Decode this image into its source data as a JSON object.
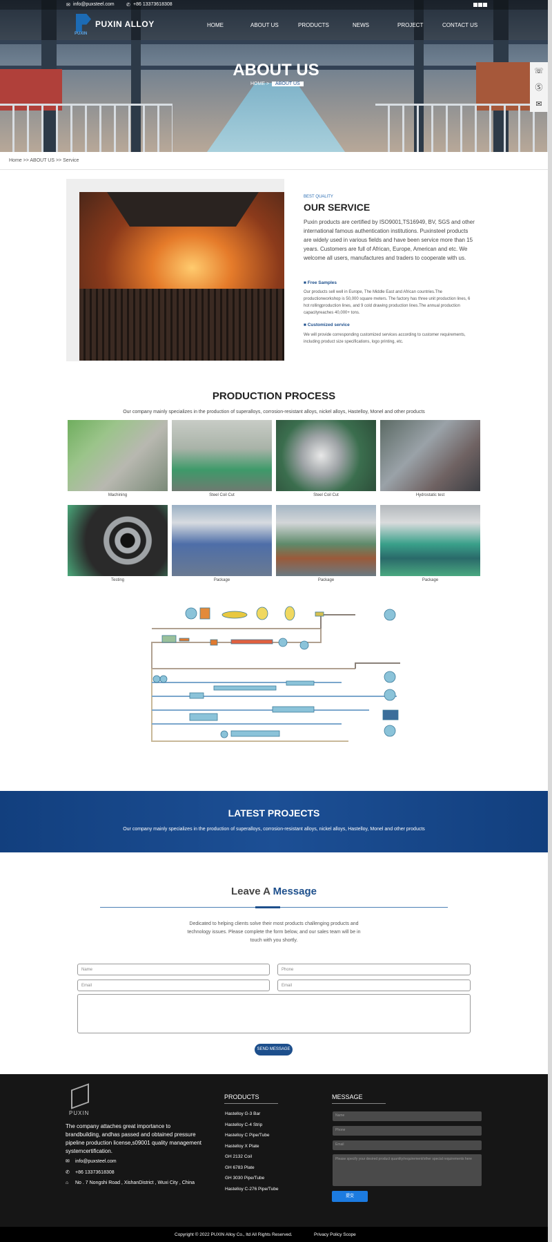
{
  "topbar": {
    "email": "info@puxsteel.com",
    "phone": "+86 13373618308"
  },
  "brand": {
    "name": "PUXIN ALLOY",
    "mark": "PUXIN"
  },
  "nav": [
    "HOME",
    "ABOUT US",
    "PRODUCTS",
    "NEWS",
    "PROJECT",
    "CONTACT US"
  ],
  "hero": {
    "title": "ABOUT US",
    "crumb_home": "HOME >",
    "crumb_current": "ABOUT US"
  },
  "breadcrumb": "Home >> ABOUT US >> Service",
  "service": {
    "kicker": "BEST QUALITY",
    "title": "OUR SERVICE",
    "intro": "Puxin products are certified by ISO9001,TS16949, BV, SGS and other international famous authentication institutions. Puxinsteel products are widely used in various fields and have been service more than 15 years. Customers are full of African, Europe, American and etc. We welcome all users, manufactures and traders to cooperate with us.",
    "h1": "■ Free Samples",
    "p1": "Our products sell well in Europe, The Middle East and African countries.The productionworkshop is 50,000 square meters. The factory has three unit production lines, 6 hot rollingproduction lines, and 9 cold drawing production lines.The annual production capacityreaches 40,000+ tons.",
    "h2": "■ Customized service",
    "p2": "We will provide corresponding customized services according to customer requirements, including product size specifications, logo printing, etc."
  },
  "process": {
    "title": "PRODUCTION PROCESS",
    "subtitle": "Our company mainly specializes in the production of superalloys, corrosion-resistant alloys, nickel alloys, Hastelloy, Monel and other products",
    "items": [
      "Machining",
      "Steel Coil Cut",
      "Steel Coil Cut",
      "Hydrostatic test",
      "Testing",
      "Package",
      "Package",
      "Package"
    ]
  },
  "projects": {
    "title": "LATEST PROJECTS",
    "subtitle": "Our company mainly specializes in the production of superalloys, corrosion-resistant alloys, nickel alloys, Hastelloy, Monel and other products"
  },
  "message": {
    "title_a": "Leave A",
    "title_b": "Message",
    "desc": "Dedicated to helping clients solve their most products challenging products and technology issues. Please complete the form below, and our sales team will be in touch with you shortly.",
    "name_ph": "Name",
    "phone_ph": "Phone",
    "email_ph": "Email",
    "email2_ph": "Email",
    "send": "SEND MESSAGE"
  },
  "footer": {
    "logo_text": "PUXIN",
    "about": "The company attaches great importance to brandbuilding, andhas passed and obtained pressure pipeline production license,s09001 quality management systemcertification.",
    "email": "info@puxsteel.com",
    "phone": "+86 13373618308",
    "address": "No . 7 Nongshi Road , XishanDistrict , Wuxi City , China",
    "products_title": "PRODUCTS",
    "products": [
      "Hastelloy G-3 Bar",
      "Hastelloy C-4 Strip",
      "Hastelloy C Pipe/Tube",
      "Hastelloy X Plate",
      "GH 2132 Coil",
      "GH 6783 Plate",
      "GH 3030 Pipe/Tube",
      "Hastelloy C-276 Pipe/Tube"
    ],
    "message_title": "MESSAGE",
    "form_name": "Name",
    "form_phone": "Phone",
    "form_email": "Email",
    "form_msg": "Please specify your desired product quantity/requirement/other special requirements here",
    "submit": "提交"
  },
  "copyright": {
    "text": "Copyright © 2022 PUXIN Alloy Co., ltd All Rights Reserved.",
    "privacy": "Privacy Policy Scope"
  }
}
